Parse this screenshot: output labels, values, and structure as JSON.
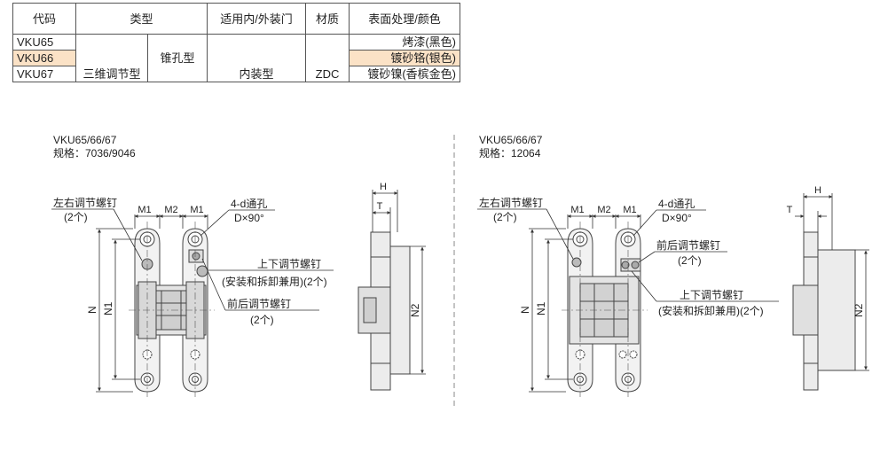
{
  "table": {
    "headers": [
      "代码",
      "类型",
      "适用内/外装门",
      "材质",
      "表面处理/颜色"
    ],
    "rows": [
      {
        "code": "VKU65",
        "finish": "烤漆(黑色)"
      },
      {
        "code": "VKU66",
        "finish": "镀砂铬(银色)"
      },
      {
        "code": "VKU67",
        "finish": "镀砂镍(香槟金色)"
      }
    ],
    "type_main": "三维调节型",
    "type_sub": "锥孔型",
    "mount": "内装型",
    "material": "ZDC",
    "highlight_color": "#fbe2c6"
  },
  "left_drawing": {
    "model": "VKU65/66/67",
    "spec": "规格：7036/9046",
    "label_lr_screw": "左右调节螺钉",
    "label_lr_count": "(2个)",
    "label_hole": "4-d通孔",
    "label_hole_angle": "D×90°",
    "label_ud_screw": "上下调节螺钉",
    "label_ud_note": "(安装和拆卸兼用)(2个)",
    "label_fb_screw": "前后调节螺钉",
    "label_fb_count": "(2个)",
    "dim_m1": "M1",
    "dim_m2": "M2",
    "dim_n": "N",
    "dim_n1": "N1",
    "dim_n2": "N2",
    "dim_h": "H",
    "dim_t": "T"
  },
  "right_drawing": {
    "model": "VKU65/66/67",
    "spec": "规格：12064",
    "label_lr_screw": "左右调节螺钉",
    "label_lr_count": "(2个)",
    "label_hole": "4-d通孔",
    "label_hole_angle": "D×90°",
    "label_fb_screw": "前后调节螺钉",
    "label_fb_count": "(2个)",
    "label_ud_screw": "上下调节螺钉",
    "label_ud_note": "(安装和拆卸兼用)(2个)",
    "dim_m1": "M1",
    "dim_m2": "M2",
    "dim_n": "N",
    "dim_n1": "N1",
    "dim_n2": "N2",
    "dim_h": "H",
    "dim_t": "T"
  }
}
